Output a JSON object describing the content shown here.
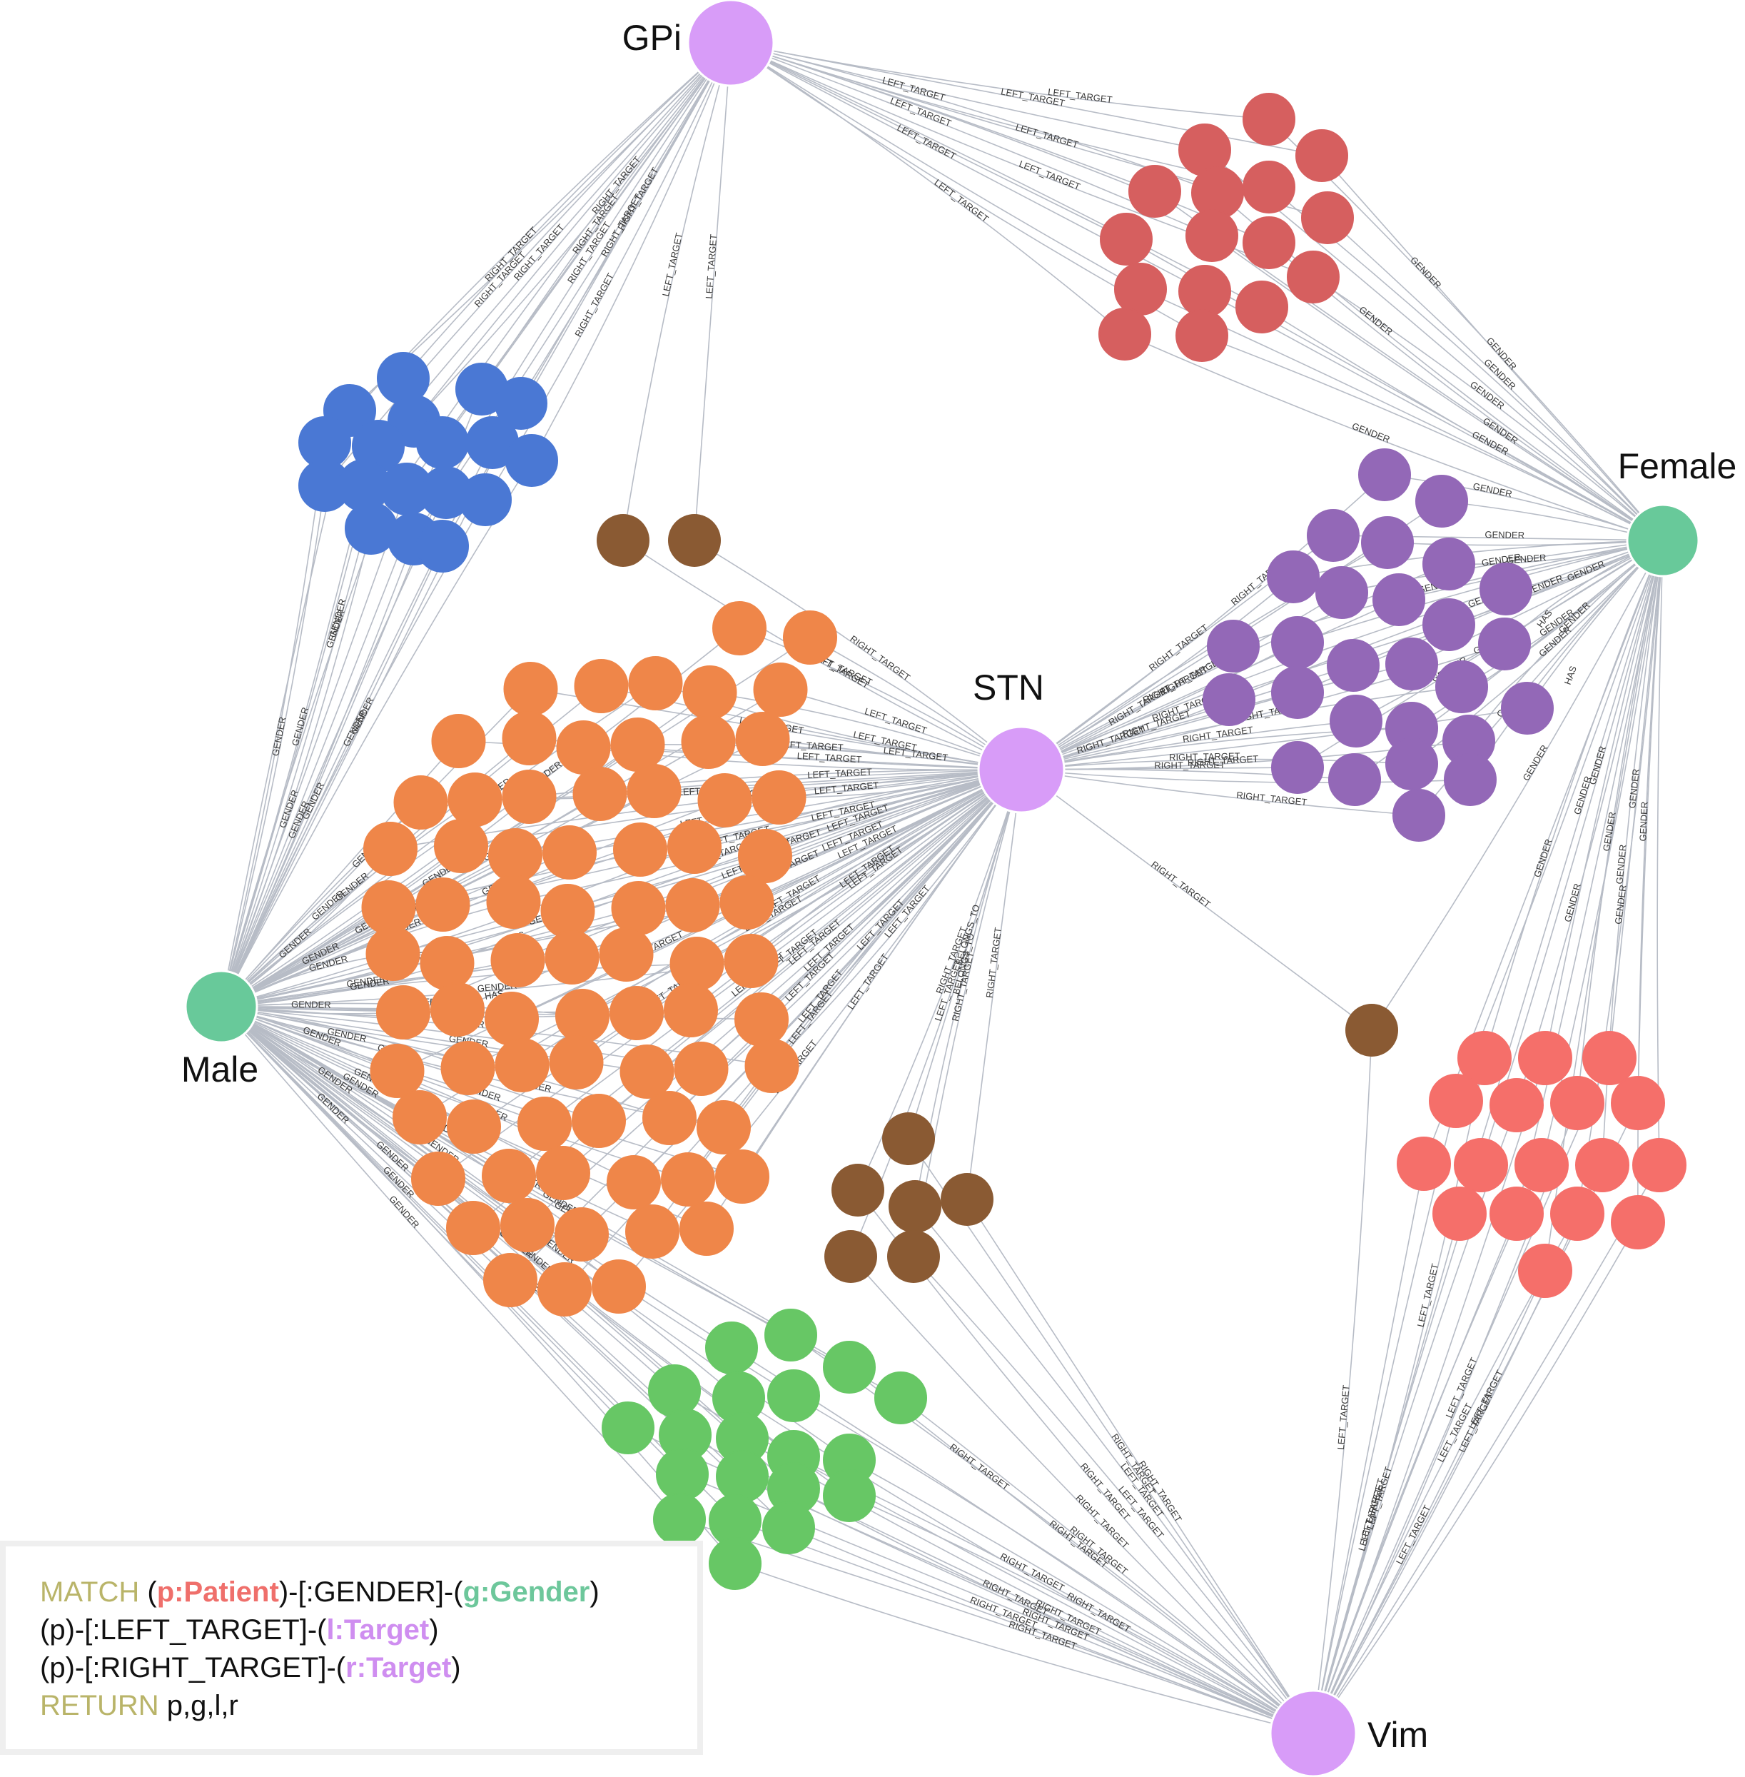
{
  "graph": {
    "hubs": [
      {
        "id": "gpi",
        "label": "GPi",
        "color": "#d89cf8"
      },
      {
        "id": "stn",
        "label": "STN",
        "color": "#d89cf8"
      },
      {
        "id": "vim",
        "label": "Vim",
        "color": "#d89cf8"
      },
      {
        "id": "male",
        "label": "Male",
        "color": "#68c99a"
      },
      {
        "id": "female",
        "label": "Female",
        "color": "#68c99a"
      }
    ],
    "clusters": [
      {
        "id": "gpi-patients",
        "color": "#4a78d4"
      },
      {
        "id": "gpi-stn-patients",
        "color": "#d65f5f"
      },
      {
        "id": "stn-patients",
        "color": "#ef8649"
      },
      {
        "id": "stn-female-patients",
        "color": "#9368b7"
      },
      {
        "id": "vim-patients",
        "color": "#67c765"
      },
      {
        "id": "vim-female-patients",
        "color": "#f56f6a"
      },
      {
        "id": "other-nodes",
        "color": "#8a5a33"
      }
    ],
    "relationship_types": [
      "GENDER",
      "LEFT_TARGET",
      "RIGHT_TARGET",
      "BELONGS_TO",
      "HAS"
    ]
  },
  "query": {
    "line1": {
      "kw": "MATCH",
      "open": " (",
      "p": "p:Patient",
      "mid": ")-[:GENDER]-(",
      "g": "g:Gender",
      "close": ")"
    },
    "line2": {
      "pre": "(p)-[:LEFT_TARGET]-(",
      "l": "l:Target",
      "close": ")"
    },
    "line3": {
      "pre": "(p)-[:RIGHT_TARGET]-(",
      "r": "r:Target",
      "close": ")"
    },
    "line4": {
      "kw": "RETURN",
      "rest": " p,g,l,r"
    }
  }
}
